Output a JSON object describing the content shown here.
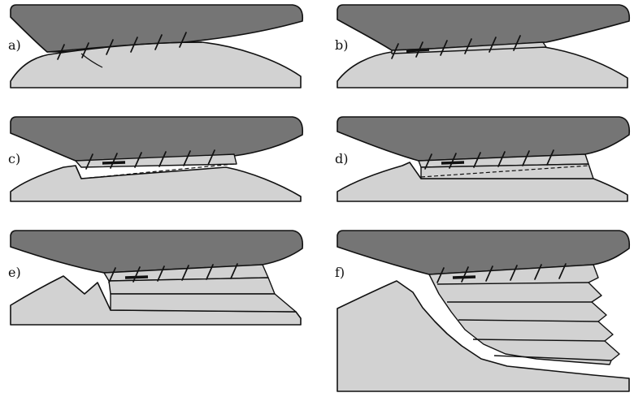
{
  "panels": [
    {
      "id": "a",
      "label": "a)"
    },
    {
      "id": "b",
      "label": "b)"
    },
    {
      "id": "c",
      "label": "c)"
    },
    {
      "id": "d",
      "label": "d)"
    },
    {
      "id": "e",
      "label": "e)"
    },
    {
      "id": "f",
      "label": "f)"
    }
  ],
  "colors": {
    "dark_body": "#757575",
    "light_body": "#d2d2d2",
    "outline": "#111111",
    "background": "#ffffff"
  }
}
